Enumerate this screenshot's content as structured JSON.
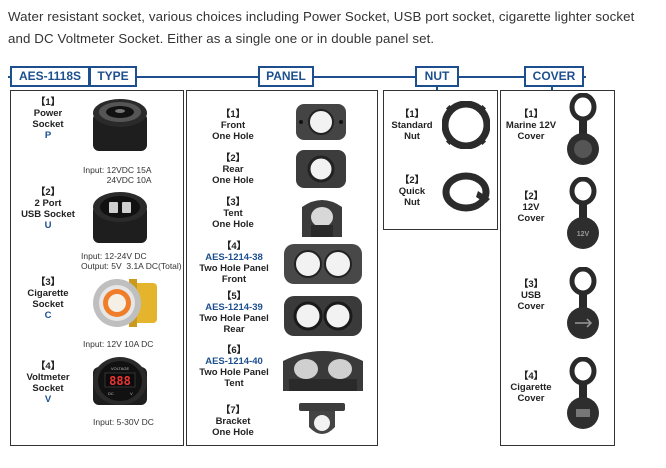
{
  "intro": "Water resistant socket, various choices including Power Socket, USB port socket, cigarette lighter socket and DC Voltmeter Socket. Either as a single one or in double panel set.",
  "headers": {
    "model": "AES-1118S",
    "type": "TYPE",
    "panel": "PANEL",
    "nut": "NUT",
    "cover": "COVER"
  },
  "type_items": [
    {
      "num": "【1】",
      "name1": "Power",
      "name2": "Socket",
      "code": "P",
      "spec": "Input: 12VDC 15A\n          24VDC 10A"
    },
    {
      "num": "【2】",
      "name1": "2 Port",
      "name2": "USB Socket",
      "code": "U",
      "spec": "Input: 12-24V DC\nOutput: 5V  3.1A DC(Total)"
    },
    {
      "num": "【3】",
      "name1": "Cigarette",
      "name2": "Socket",
      "code": "C",
      "spec": "Input: 12V 10A DC"
    },
    {
      "num": "【4】",
      "name1": "Voltmeter",
      "name2": "Socket",
      "code": "V",
      "spec": "Input: 5-30V DC"
    }
  ],
  "panel_items": [
    {
      "num": "【1】",
      "code": "",
      "line1": "Front",
      "line2": "One Hole"
    },
    {
      "num": "【2】",
      "code": "",
      "line1": "Rear",
      "line2": "One Hole"
    },
    {
      "num": "【3】",
      "code": "",
      "line1": "Tent",
      "line2": "One Hole"
    },
    {
      "num": "【4】",
      "code": "AES-1214-38",
      "line1": "Two Hole Panel",
      "line2": "Front"
    },
    {
      "num": "【5】",
      "code": "AES-1214-39",
      "line1": "Two Hole Panel",
      "line2": "Rear"
    },
    {
      "num": "【6】",
      "code": "AES-1214-40",
      "line1": "Two Hole Panel",
      "line2": "Tent"
    },
    {
      "num": "【7】",
      "code": "",
      "line1": "Bracket",
      "line2": "One Hole"
    }
  ],
  "nut_items": [
    {
      "num": "【1】",
      "line1": "Standard",
      "line2": "Nut"
    },
    {
      "num": "【2】",
      "line1": "Quick",
      "line2": "Nut"
    }
  ],
  "cover_items": [
    {
      "num": "【1】",
      "line1": "Marine 12V",
      "line2": "Cover",
      "icon_text": ""
    },
    {
      "num": "【2】",
      "line1": "12V",
      "line2": "Cover",
      "icon_text": "12V"
    },
    {
      "num": "【3】",
      "line1": "USB",
      "line2": "Cover",
      "icon_text": ""
    },
    {
      "num": "【4】",
      "line1": "Cigarette",
      "line2": "Cover",
      "icon_text": ""
    }
  ],
  "voltmeter_display": {
    "digits": "888",
    "brand": "VOLTAGE",
    "left": "DC",
    "right": "V"
  },
  "colors": {
    "accent": "#1d4f8e",
    "code_blue": "#1d4f8e",
    "cigarette_gold": "#e4b52c"
  }
}
